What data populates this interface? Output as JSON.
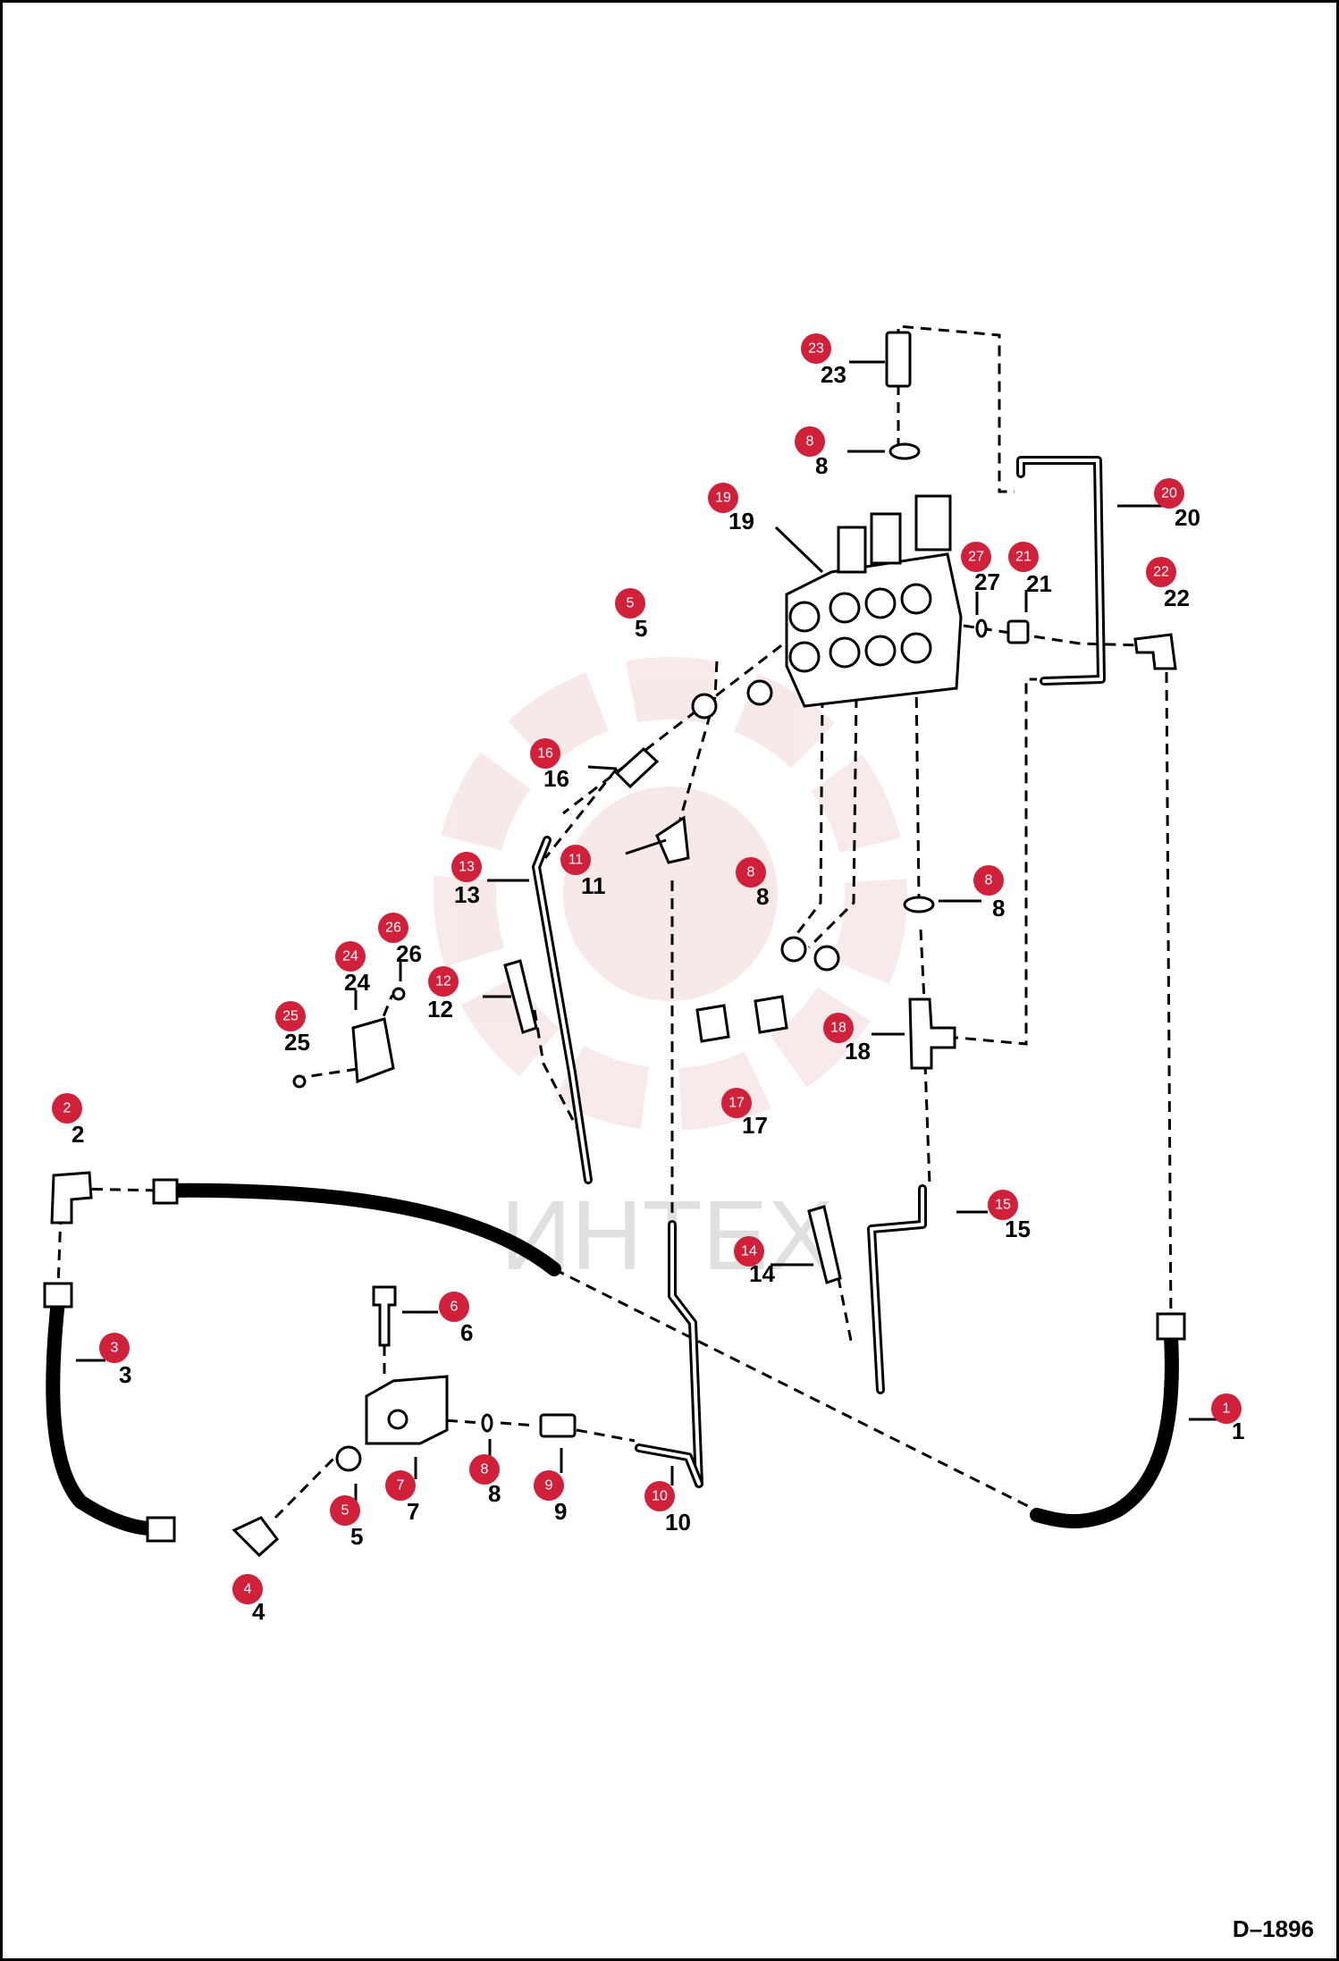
{
  "drawing_code": "D–1896",
  "watermark": {
    "text": "ИНТЕХ",
    "color": "#e7b2b2"
  },
  "badge_color": "#d0203a",
  "callouts": [
    {
      "badge": "1",
      "ref": "1"
    },
    {
      "badge": "2",
      "ref": "2"
    },
    {
      "badge": "3",
      "ref": "3"
    },
    {
      "badge": "4",
      "ref": "4"
    },
    {
      "badge": "5",
      "ref": "5"
    },
    {
      "badge": "5",
      "ref": "5"
    },
    {
      "badge": "6",
      "ref": "6"
    },
    {
      "badge": "7",
      "ref": "7"
    },
    {
      "badge": "8",
      "ref": "8"
    },
    {
      "badge": "8",
      "ref": "8"
    },
    {
      "badge": "8",
      "ref": "8"
    },
    {
      "badge": "8",
      "ref": "8"
    },
    {
      "badge": "9",
      "ref": "9"
    },
    {
      "badge": "10",
      "ref": "10"
    },
    {
      "badge": "11",
      "ref": "11"
    },
    {
      "badge": "12",
      "ref": "12"
    },
    {
      "badge": "13",
      "ref": "13"
    },
    {
      "badge": "14",
      "ref": "14"
    },
    {
      "badge": "15",
      "ref": "15"
    },
    {
      "badge": "16",
      "ref": "16"
    },
    {
      "badge": "17",
      "ref": "17"
    },
    {
      "badge": "18",
      "ref": "18"
    },
    {
      "badge": "19",
      "ref": "19"
    },
    {
      "badge": "20",
      "ref": "20"
    },
    {
      "badge": "21",
      "ref": "21"
    },
    {
      "badge": "22",
      "ref": "22"
    },
    {
      "badge": "23",
      "ref": "23"
    },
    {
      "badge": "24",
      "ref": "24"
    },
    {
      "badge": "25",
      "ref": "25"
    },
    {
      "badge": "26",
      "ref": "26"
    },
    {
      "badge": "27",
      "ref": "27"
    }
  ]
}
